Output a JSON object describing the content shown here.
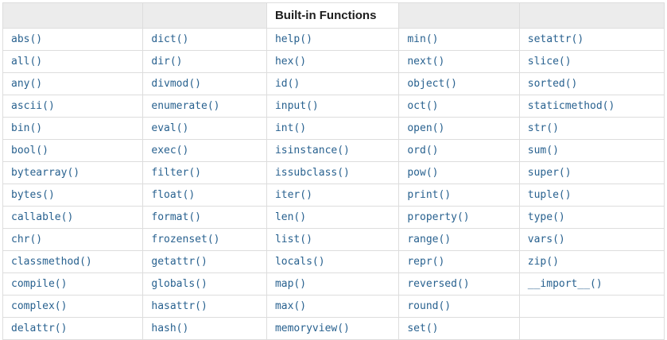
{
  "table": {
    "title": "Built-in Functions",
    "columns": 5,
    "colors": {
      "link": "#28618f",
      "border": "#dddddd",
      "header_background": "#ececec",
      "header_text": "#1d1d1d",
      "page_background": "#ffffff"
    },
    "rows": [
      [
        "abs()",
        "dict()",
        "help()",
        "min()",
        "setattr()"
      ],
      [
        "all()",
        "dir()",
        "hex()",
        "next()",
        "slice()"
      ],
      [
        "any()",
        "divmod()",
        "id()",
        "object()",
        "sorted()"
      ],
      [
        "ascii()",
        "enumerate()",
        "input()",
        "oct()",
        "staticmethod()"
      ],
      [
        "bin()",
        "eval()",
        "int()",
        "open()",
        "str()"
      ],
      [
        "bool()",
        "exec()",
        "isinstance()",
        "ord()",
        "sum()"
      ],
      [
        "bytearray()",
        "filter()",
        "issubclass()",
        "pow()",
        "super()"
      ],
      [
        "bytes()",
        "float()",
        "iter()",
        "print()",
        "tuple()"
      ],
      [
        "callable()",
        "format()",
        "len()",
        "property()",
        "type()"
      ],
      [
        "chr()",
        "frozenset()",
        "list()",
        "range()",
        "vars()"
      ],
      [
        "classmethod()",
        "getattr()",
        "locals()",
        "repr()",
        "zip()"
      ],
      [
        "compile()",
        "globals()",
        "map()",
        "reversed()",
        "__import__()"
      ],
      [
        "complex()",
        "hasattr()",
        "max()",
        "round()",
        ""
      ],
      [
        "delattr()",
        "hash()",
        "memoryview()",
        "set()",
        ""
      ]
    ]
  }
}
